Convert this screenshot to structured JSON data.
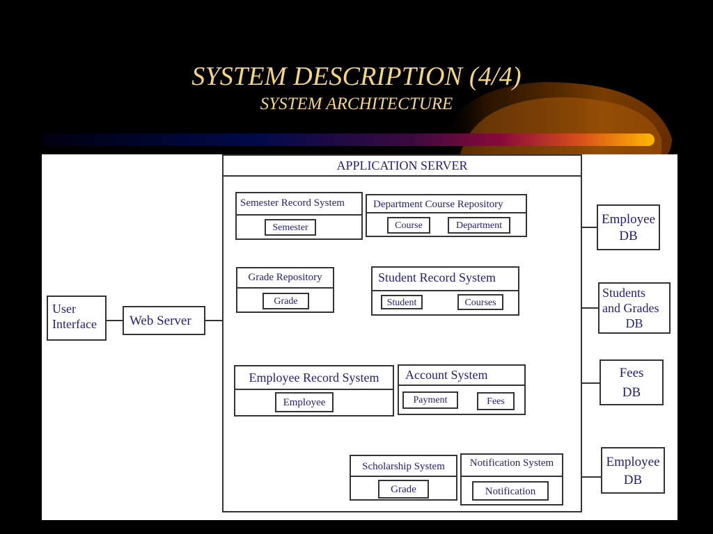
{
  "slide": {
    "title": "SYSTEM DESCRIPTION (4/4)",
    "subtitle": "SYSTEM ARCHITECTURE",
    "colors": {
      "title": "#f5d67b",
      "diagram_text": "#1f1f7a",
      "background": "#000000"
    }
  },
  "diagram": {
    "user_interface": {
      "line1": "User",
      "line2": "Interface"
    },
    "web_server": "Web Server",
    "application_server": {
      "title": "APPLICATION SERVER",
      "components": [
        {
          "id": "semester-record-system",
          "title": "Semester Record System",
          "items": [
            "Semester"
          ]
        },
        {
          "id": "department-course-repository",
          "title": "Department Course Repository",
          "items": [
            "Course",
            "Department"
          ]
        },
        {
          "id": "grade-repository",
          "title": "Grade Repository",
          "items": [
            "Grade"
          ]
        },
        {
          "id": "student-record-system",
          "title": "Student Record System",
          "items": [
            "Student",
            "Courses"
          ]
        },
        {
          "id": "employee-record-system",
          "title": "Employee Record System",
          "items": [
            "Employee"
          ]
        },
        {
          "id": "account-system",
          "title": "Account System",
          "items": [
            "Payment",
            "Fees"
          ]
        },
        {
          "id": "scholarship-system",
          "title": "Scholarship System",
          "items": [
            "Grade"
          ]
        },
        {
          "id": "notification-system",
          "title": "Notification System",
          "items": [
            "Notification"
          ]
        }
      ]
    },
    "databases": [
      {
        "line1": "Employee",
        "line2": "DB"
      },
      {
        "line1": "Students",
        "line2": "and Grades",
        "line3": "DB"
      },
      {
        "line1": "Fees",
        "line2": "DB"
      },
      {
        "line1": "Employee",
        "line2": "DB"
      }
    ]
  }
}
